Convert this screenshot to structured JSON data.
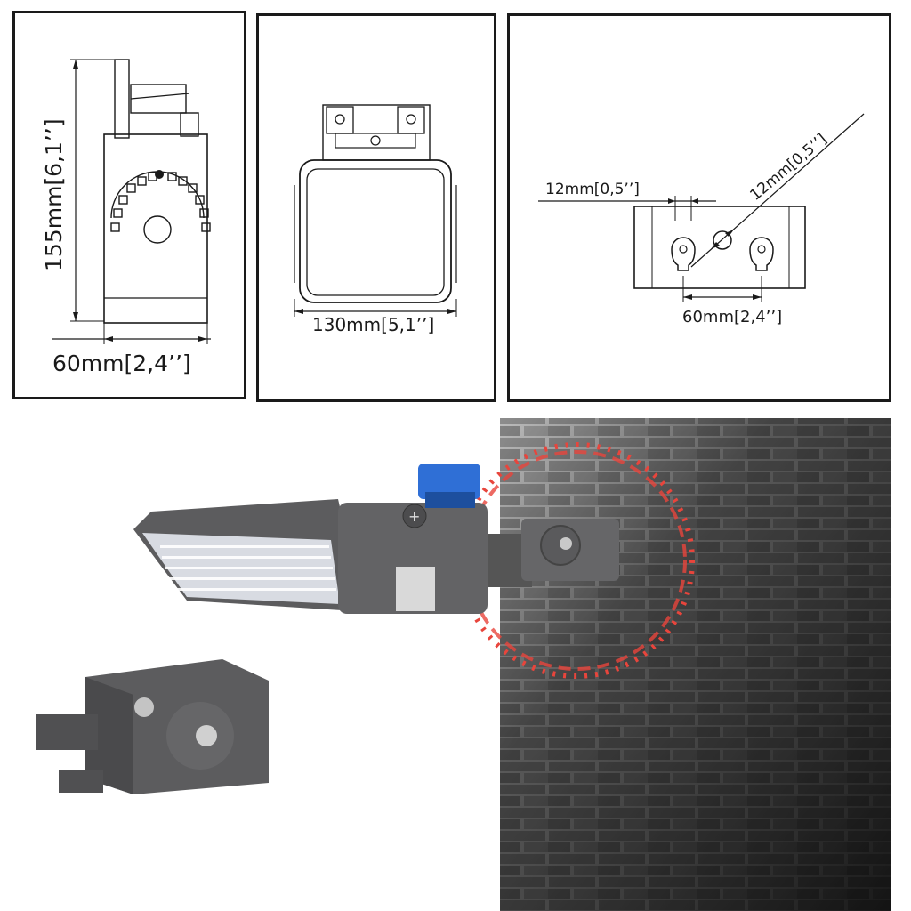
{
  "side_view": {
    "height_label": "155mm[6,1’’]",
    "width_label": "60mm[2,4’’]"
  },
  "front_view": {
    "width_label": "130mm[5,1’’]"
  },
  "back_view": {
    "slot_width_label": "12mm[0,5’’]",
    "slot_diagonal_label": "12mm[0,5’’]",
    "hole_spacing_label": "60mm[2,4’’]"
  },
  "colors": {
    "line": "#1a1a1a",
    "housing": "#5c5c5e",
    "sensor": "#2f6fd6",
    "highlight": "#e8453c",
    "wall_dark": "#1c1c1c",
    "wall_light": "#9a9a9a"
  }
}
